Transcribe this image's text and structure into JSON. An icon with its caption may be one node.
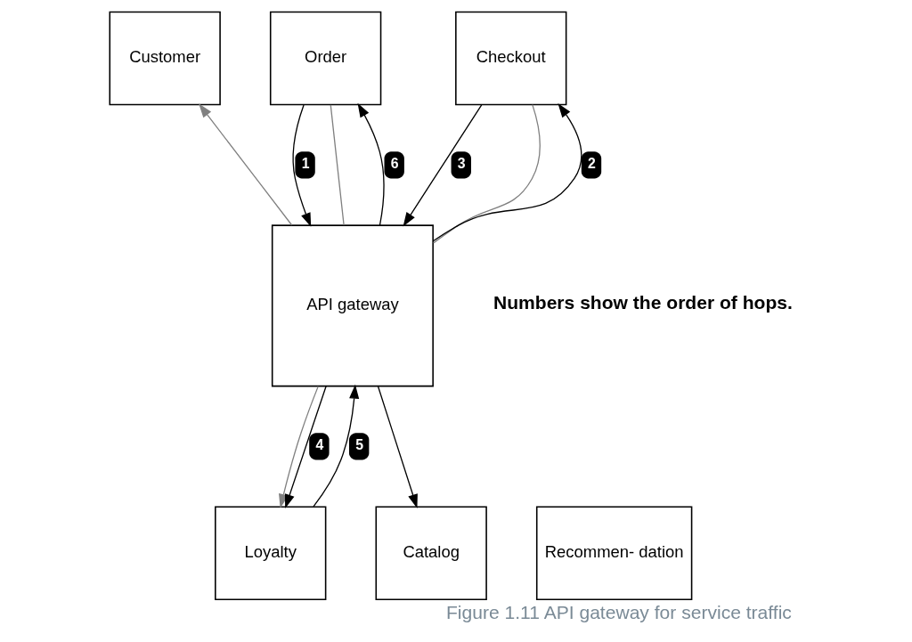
{
  "diagram": {
    "caption": "Figure 1.11 API gateway for service traffic",
    "nodes": [
      {
        "text": [
          "Customer"
        ]
      },
      {
        "text": [
          "Order"
        ]
      },
      {
        "text": [
          "Checkout"
        ]
      },
      {
        "text": [
          "API gateway"
        ]
      },
      {
        "text": [
          "Loyalty"
        ]
      },
      {
        "text": [
          "Recommen- dation"
        ]
      },
      {
        "text": [
          "Catalog"
        ]
      }
    ],
    "edges": [
      {
        "from": 3,
        "to": 0,
        "arrow": "to",
        "color": "#808080"
      },
      {
        "from": 1,
        "to": 3,
        "arrow": "to",
        "label": "1"
      },
      {
        "from": 3,
        "to": 1,
        "arrow": "to",
        "label": "6"
      },
      {
        "from": 1,
        "to": 3,
        "arrow": "none",
        "color": "#808080"
      },
      {
        "from": 3,
        "to": 2,
        "arrow": "none",
        "color": "#808080"
      },
      {
        "from": 3,
        "to": 2,
        "arrow": "to",
        "label": "2"
      },
      {
        "from": 2,
        "to": 3,
        "arrow": "to",
        "label": "3"
      },
      {
        "from": 3,
        "to": 4,
        "arrow": "to",
        "color": "#808080"
      },
      {
        "from": 3,
        "to": 4,
        "arrow": "to",
        "label": "4"
      },
      {
        "from": 4,
        "to": 3,
        "arrow": "to",
        "label": "5"
      },
      {
        "from": 3,
        "to": 6,
        "arrow": "to"
      }
    ],
    "labels": [
      "Numbers show the order of hops."
    ]
  }
}
